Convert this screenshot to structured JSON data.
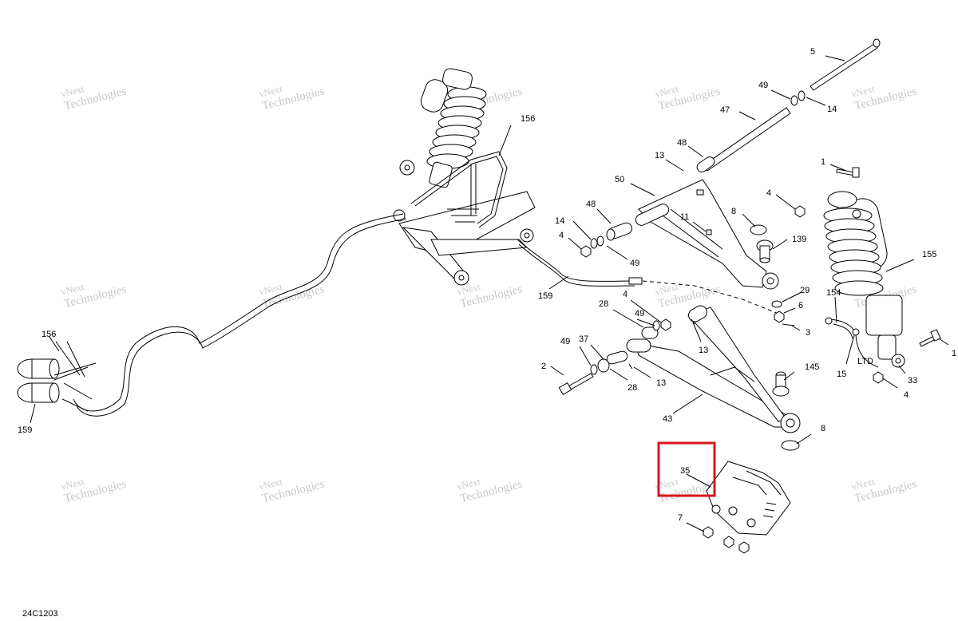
{
  "diagram": {
    "reference_code": "24C1203",
    "watermark": {
      "line1": "vNext",
      "line2": "Technologies",
      "small": "vNext Technologies"
    },
    "highlight": {
      "part": "35",
      "color": "#d9141c"
    },
    "labels": {
      "p1a": "1",
      "p1b": "1",
      "p2": "2",
      "p3": "3",
      "p4a": "4",
      "p4b": "4",
      "p4c": "4",
      "p4d": "4",
      "p5": "5",
      "p6": "6",
      "p7": "7",
      "p8a": "8",
      "p8b": "8",
      "p11": "11",
      "p13a": "13",
      "p13b": "13",
      "p13c": "13",
      "p14a": "14",
      "p14b": "14",
      "p15": "15",
      "p28a": "28",
      "p28b": "28",
      "p29": "29",
      "p33": "33",
      "p35": "35",
      "p37": "37",
      "p43": "43",
      "p47": "47",
      "p48a": "48",
      "p48b": "48",
      "p49a": "49",
      "p49b": "49",
      "p49c": "49",
      "p49d": "49",
      "p50": "50",
      "p139": "139",
      "p145": "145",
      "p154": "154",
      "p155": "155",
      "p156a": "156",
      "p156b": "156",
      "p159a": "159",
      "p159b": "159",
      "ltd": "LTD"
    }
  }
}
